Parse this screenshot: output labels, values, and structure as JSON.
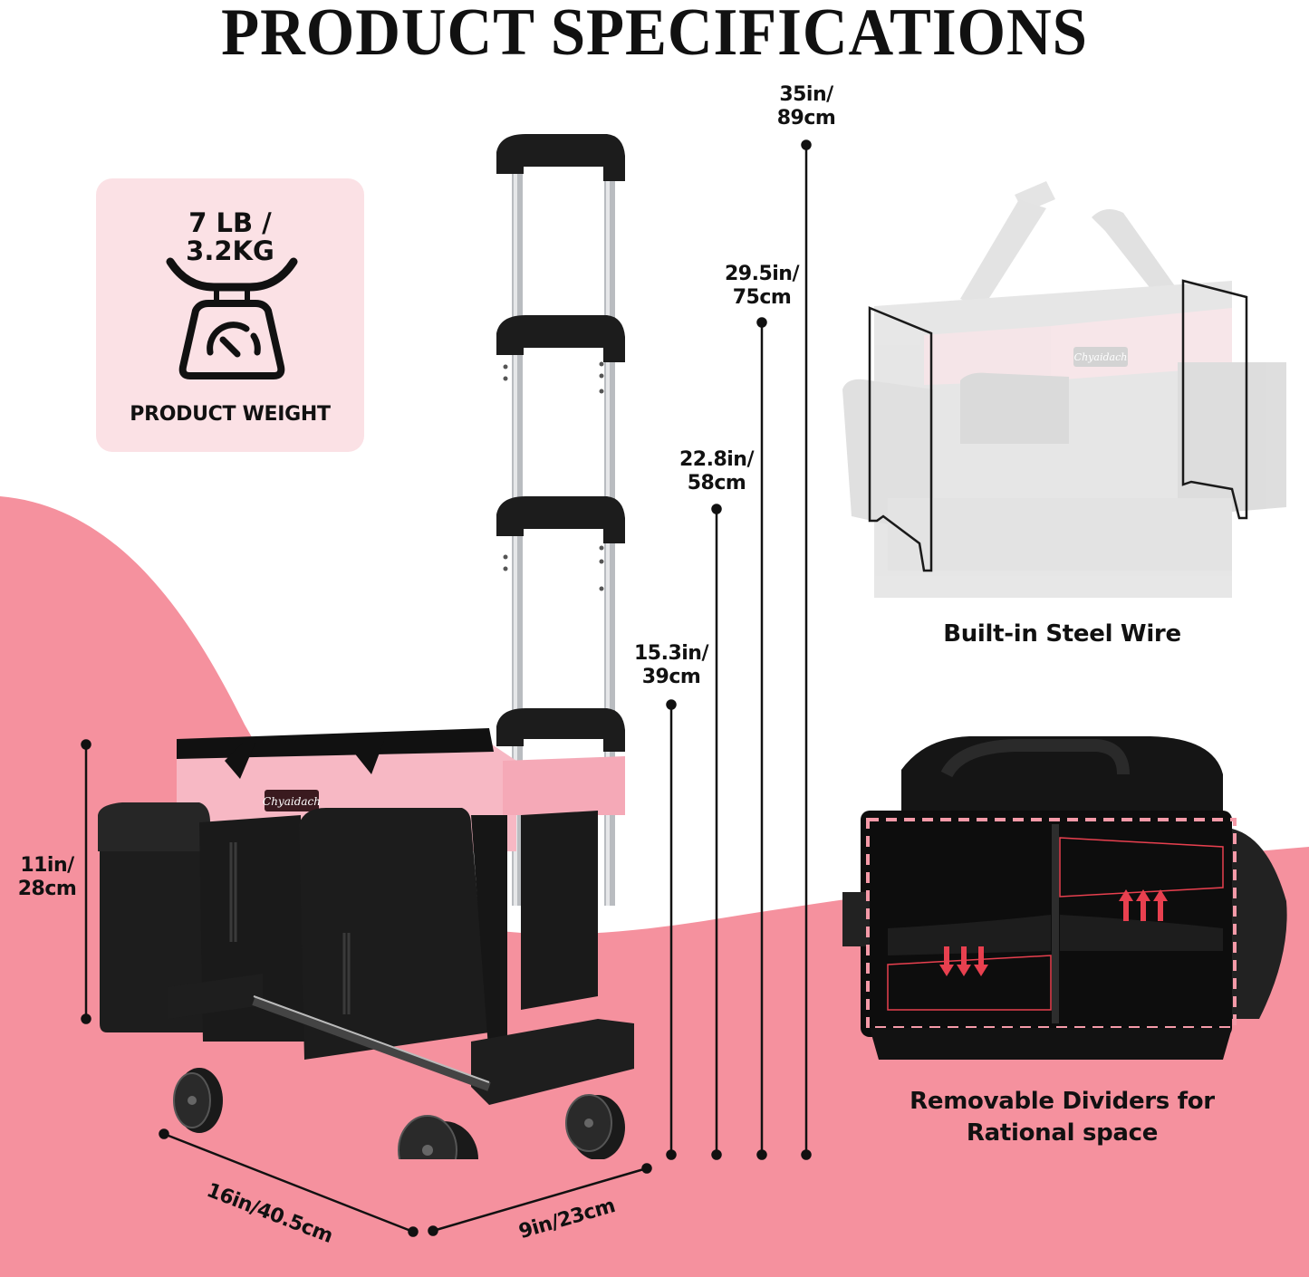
{
  "title": "PRODUCT SPECIFICATIONS",
  "brand": "Chyaidach",
  "weight": {
    "value_line1": "7 LB /",
    "value_line2": "3.2KG",
    "caption": "PRODUCT WEIGHT",
    "icon": "scale-icon"
  },
  "heights": [
    {
      "inches": "35in/",
      "cm": "89cm"
    },
    {
      "inches": "29.5in/",
      "cm": "75cm"
    },
    {
      "inches": "22.8in/",
      "cm": "58cm"
    },
    {
      "inches": "15.3in/",
      "cm": "39cm"
    }
  ],
  "bag_height": {
    "inches": "11in/",
    "cm": "28cm"
  },
  "length": "16in/40.5cm",
  "width": "9in/23cm",
  "features": [
    {
      "caption": "Built-in Steel Wire"
    },
    {
      "caption_line1": "Removable Dividers for",
      "caption_line2": "Rational space"
    }
  ],
  "colors": {
    "pink_background": "#f5919e",
    "card_pink": "#fbe1e5",
    "bag_pink": "#f7b8c4",
    "accent_red": "#e8404f"
  }
}
